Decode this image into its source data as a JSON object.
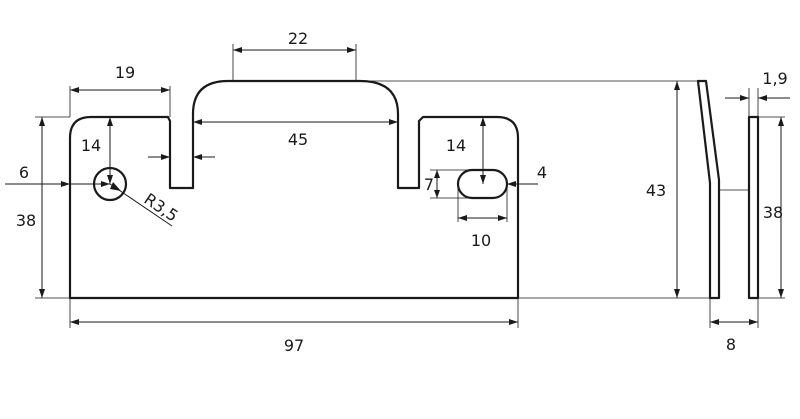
{
  "dimensions": {
    "width_top_tab": "19",
    "width_slot_top": "22",
    "width_slot_inner": "45",
    "depth_left": "14",
    "offset_hole": "6",
    "radius_hole": "R3,5",
    "height_left": "38",
    "depth_right": "14",
    "slot_height": "7",
    "slot_offset": "4",
    "slot_length": "10",
    "overall_width": "97",
    "side_height": "43",
    "thickness": "1,9",
    "side_inner_height": "38",
    "side_offset": "8"
  }
}
